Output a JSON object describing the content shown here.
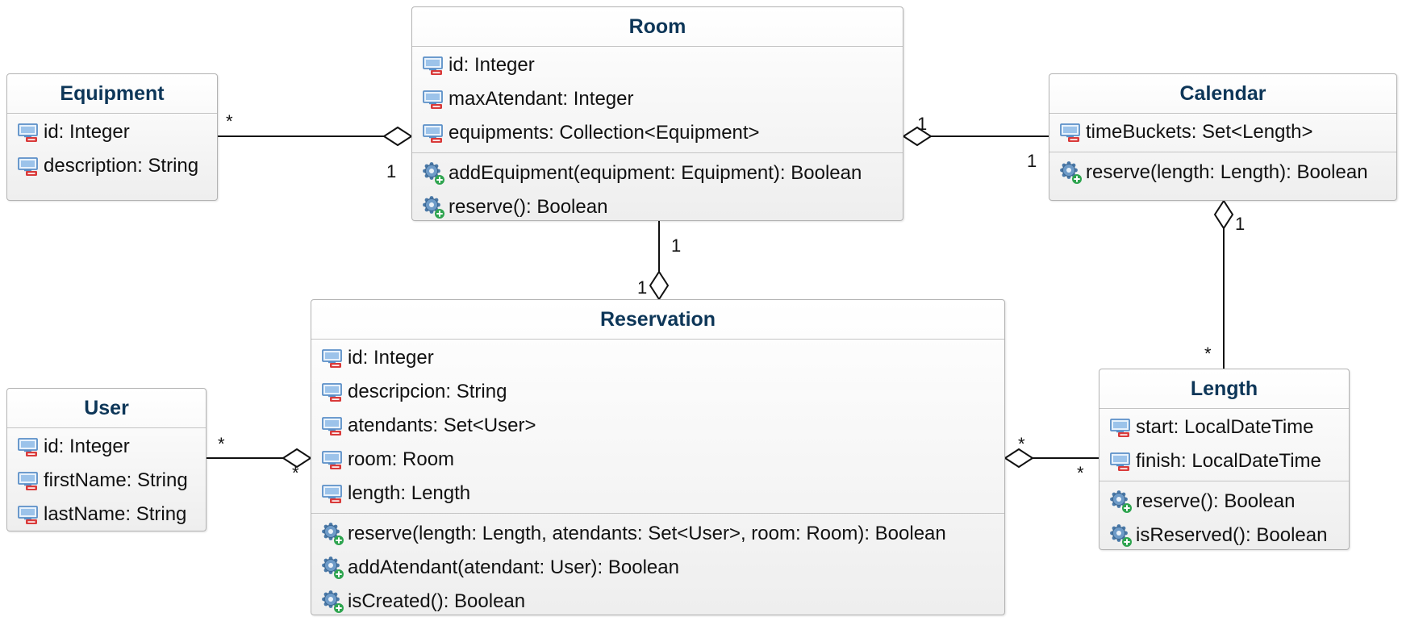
{
  "classes": {
    "room": {
      "name": "Room",
      "attributes": [
        "id: Integer",
        "maxAtendant: Integer",
        "equipments: Collection<Equipment>"
      ],
      "operations": [
        "addEquipment(equipment: Equipment): Boolean",
        "reserve(): Boolean"
      ]
    },
    "equipment": {
      "name": "Equipment",
      "attributes": [
        "id: Integer",
        "description: String"
      ],
      "operations": []
    },
    "calendar": {
      "name": "Calendar",
      "attributes": [
        "timeBuckets: Set<Length>"
      ],
      "operations": [
        "reserve(length: Length): Boolean"
      ]
    },
    "reservation": {
      "name": "Reservation",
      "attributes": [
        "id: Integer",
        "descripcion: String",
        "atendants: Set<User>",
        "room: Room",
        "length: Length"
      ],
      "operations": [
        "reserve(length: Length, atendants: Set<User>, room: Room): Boolean",
        "addAtendant(atendant: User): Boolean",
        "isCreated(): Boolean"
      ]
    },
    "user": {
      "name": "User",
      "attributes": [
        "id: Integer",
        "firstName: String",
        "lastName: String"
      ],
      "operations": []
    },
    "length": {
      "name": "Length",
      "attributes": [
        "start: LocalDateTime",
        "finish: LocalDateTime"
      ],
      "operations": [
        "reserve(): Boolean",
        "isReserved(): Boolean"
      ]
    }
  },
  "associations": [
    {
      "id": "equipment-room",
      "from": "equipment",
      "to": "room",
      "aggregate_end": "room",
      "from_multiplicity": "*",
      "to_multiplicity": "1"
    },
    {
      "id": "calendar-room",
      "from": "calendar",
      "to": "room",
      "aggregate_end": "room",
      "from_multiplicity": "1",
      "to_multiplicity": "1"
    },
    {
      "id": "room-reservation",
      "from": "room",
      "to": "reservation",
      "aggregate_end": "reservation",
      "from_multiplicity": "1",
      "to_multiplicity": "1"
    },
    {
      "id": "length-calendar",
      "from": "length",
      "to": "calendar",
      "aggregate_end": "calendar",
      "from_multiplicity": "*",
      "to_multiplicity": "1"
    },
    {
      "id": "user-reservation",
      "from": "user",
      "to": "reservation",
      "aggregate_end": "reservation",
      "from_multiplicity": "*",
      "to_multiplicity": "*"
    },
    {
      "id": "length-reservation",
      "from": "length",
      "to": "reservation",
      "aggregate_end": "reservation",
      "from_multiplicity": "*",
      "to_multiplicity": "*"
    }
  ],
  "icons": {
    "attribute": "private-field-icon",
    "operation": "public-method-icon"
  },
  "colors": {
    "class_title": "#0d3658",
    "border": "#b3b3b3",
    "line": "#111111",
    "private_marker": "#d93a3a",
    "public_marker": "#2ea44f"
  }
}
